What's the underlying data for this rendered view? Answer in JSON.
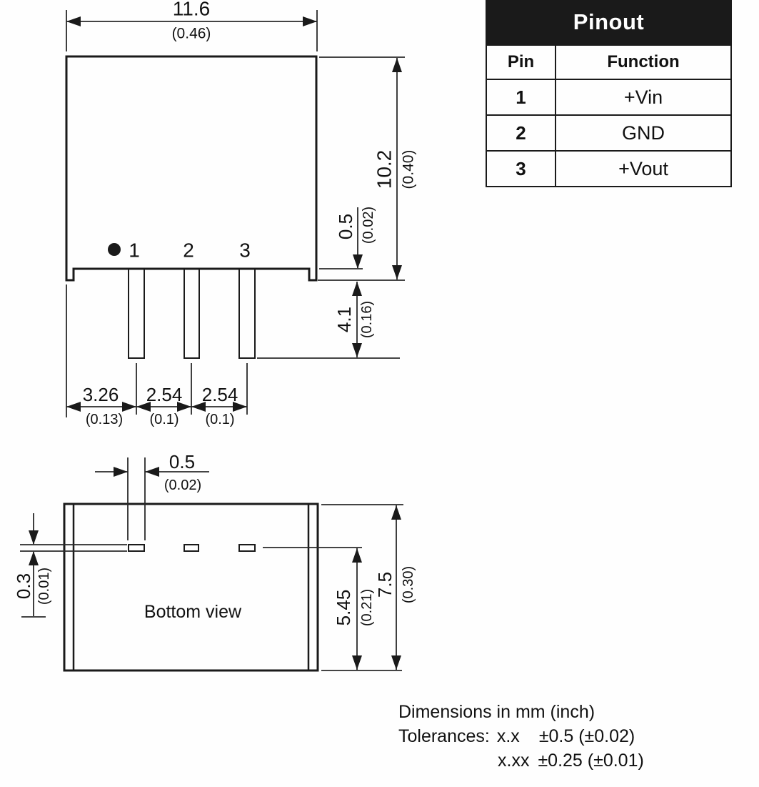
{
  "front_view": {
    "pin_labels": {
      "p1": "1",
      "p2": "2",
      "p3": "3"
    },
    "dim_width_mm": "11.6",
    "dim_width_in": "(0.46)",
    "dim_height_mm": "10.2",
    "dim_height_in": "(0.40)",
    "dim_standoff_mm": "0.5",
    "dim_standoff_in": "(0.02)",
    "dim_pin_length_mm": "4.1",
    "dim_pin_length_in": "(0.16)",
    "dim_pin1_offset_mm": "3.26",
    "dim_pin1_offset_in": "(0.13)",
    "dim_pitch12_mm": "2.54",
    "dim_pitch12_in": "(0.1)",
    "dim_pitch23_mm": "2.54",
    "dim_pitch23_in": "(0.1)"
  },
  "bottom_view": {
    "label": "Bottom view",
    "dim_pin_width_mm": "0.5",
    "dim_pin_width_in": "(0.02)",
    "dim_pin_thickness_mm": "0.3",
    "dim_pin_thickness_in": "(0.01)",
    "dim_pin_row_offset_mm": "5.45",
    "dim_pin_row_offset_in": "(0.21)",
    "dim_depth_mm": "7.5",
    "dim_depth_in": "(0.30)"
  },
  "pinout": {
    "title": "Pinout",
    "col_pin": "Pin",
    "col_function": "Function",
    "rows": [
      {
        "pin": "1",
        "function": "+Vin"
      },
      {
        "pin": "2",
        "function": "GND"
      },
      {
        "pin": "3",
        "function": "+Vout"
      }
    ]
  },
  "notes": {
    "units": "Dimensions in mm (inch)",
    "tolerances_label": "Tolerances:",
    "tol1_format": "x.x",
    "tol1_value": "±0.5 (±0.02)",
    "tol2_format": "x.xx",
    "tol2_value": "±0.25 (±0.01)"
  },
  "colors": {
    "line": "#1a1a1a",
    "header_bg": "#1a1a1a",
    "header_text": "#ffffff"
  }
}
